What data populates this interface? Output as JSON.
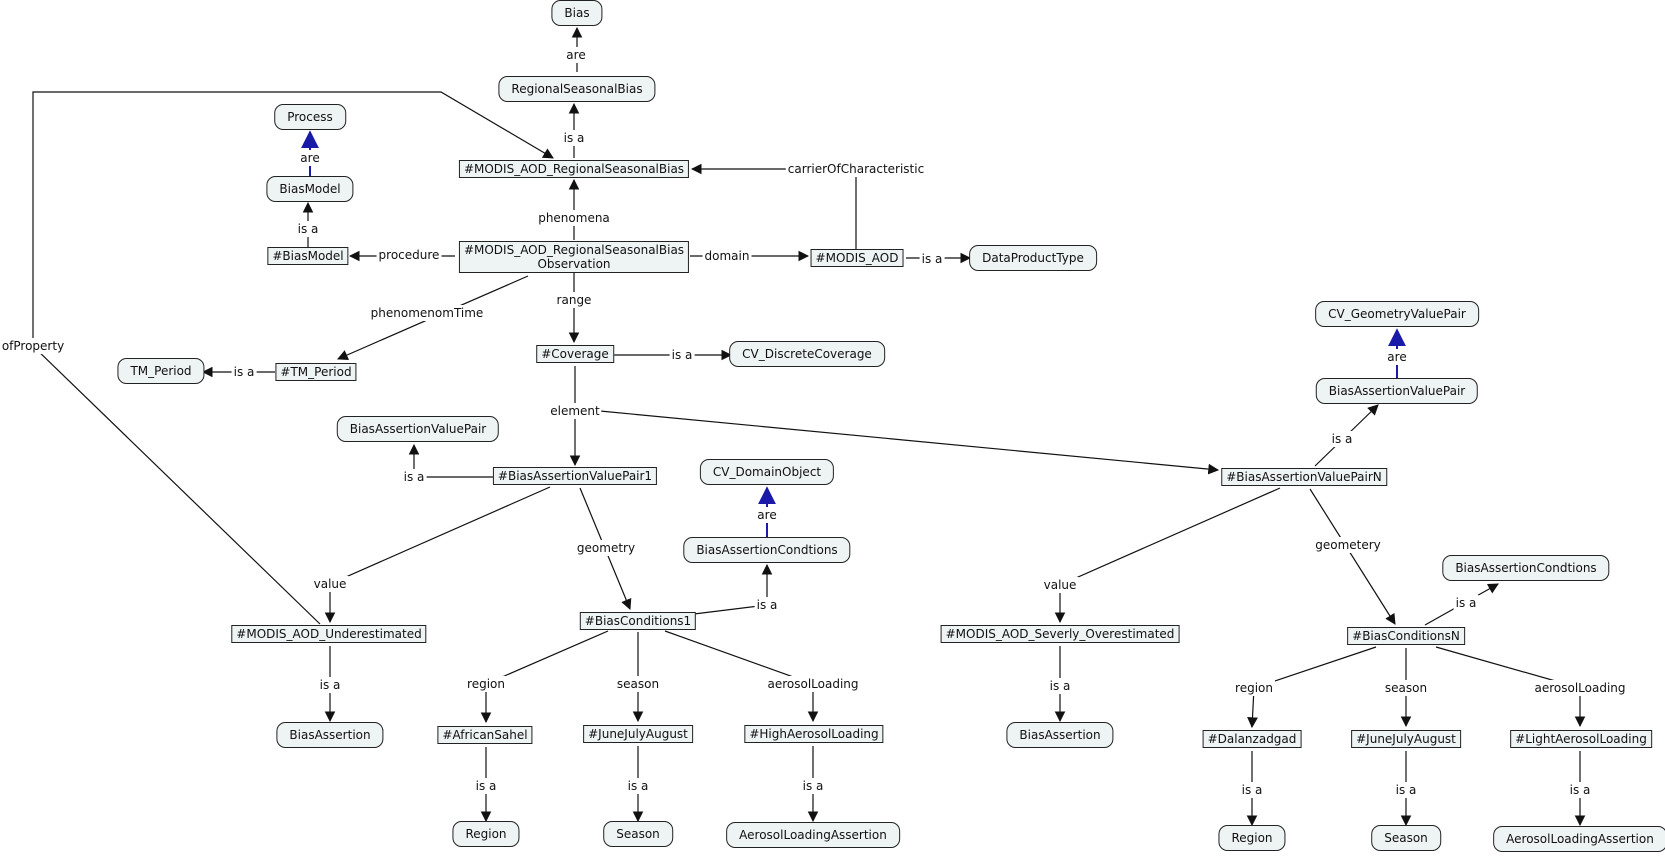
{
  "nodes": {
    "bias": "Bias",
    "regional_seasonal_bias": "RegionalSeasonalBias",
    "process": "Process",
    "bias_model_class": "BiasModel",
    "modis_regional_seasonal_bias": "#MODIS_AOD_RegionalSeasonalBias",
    "bias_model_inst": "#BiasModel",
    "observation_line1": "#MODIS_AOD_RegionalSeasonalBias",
    "observation_line2": "Observation",
    "modis_aod": "#MODIS_AOD",
    "data_product_type": "DataProductType",
    "tm_period_inst": "#TM_Period",
    "tm_period_class": "TM_Period",
    "coverage": "#Coverage",
    "cv_discrete_coverage": "CV_DiscreteCoverage",
    "cv_geometry_value_pair": "CV_GeometryValuePair",
    "bias_assertion_value_pair_right": "BiasAssertionValuePair",
    "bias_assertion_value_pair_left": "BiasAssertionValuePair",
    "bias_assertion_value_pair_1": "#BiasAssertionValuePair1",
    "bias_assertion_value_pair_n": "#BiasAssertionValuePairN",
    "cv_domain_object": "CV_DomainObject",
    "bias_assertion_conditions_mid": "BiasAssertionCondtions",
    "bias_assertion_conditions_right": "BiasAssertionCondtions",
    "modis_underestimated": "#MODIS_AOD_Underestimated",
    "bias_conditions_1": "#BiasConditions1",
    "modis_severly_overestimated": "#MODIS_AOD_Severly_Overestimated",
    "bias_conditions_n": "#BiasConditionsN",
    "bias_assertion_left": "BiasAssertion",
    "bias_assertion_right": "BiasAssertion",
    "african_sahel": "#AfricanSahel",
    "june_july_august_1": "#JuneJulyAugust",
    "high_aerosol_loading": "#HighAerosolLoading",
    "dalanzadgad": "#Dalanzadgad",
    "june_july_august_n": "#JuneJulyAugust",
    "light_aerosol_loading": "#LightAerosolLoading",
    "region_1": "Region",
    "season_1": "Season",
    "aerosol_loading_assertion_1": "AerosolLoadingAssertion",
    "region_n": "Region",
    "season_n": "Season",
    "aerosol_loading_assertion_n": "AerosolLoadingAssertion"
  },
  "links": {
    "are_bias": "are",
    "is_a_regional": "is a",
    "are_process": "are",
    "is_a_bias_model": "is a",
    "phenomena": "phenomena",
    "procedure": "procedure",
    "carrier_of_characteristic": "carrierOfCharacteristic",
    "domain": "domain",
    "is_a_modis_aod": "is a",
    "phenomenom_time": "phenomenomTime",
    "range": "range",
    "is_a_tm_period": "is a",
    "is_a_coverage": "is a",
    "of_property": "ofProperty",
    "element": "element",
    "are_geometry_value_pair": "are",
    "is_a_valuepair_n": "is a",
    "is_a_valuepair_1": "is a",
    "are_domain_object": "are",
    "value_1": "value",
    "geometry_1": "geometry",
    "is_a_conditions_1": "is a",
    "value_n": "value",
    "geometry_n": "geometery",
    "is_a_conditions_n": "is a",
    "is_a_underestimated": "is a",
    "region_1": "region",
    "season_1": "season",
    "aerosol_loading_1": "aerosolLoading",
    "is_a_overestimated": "is a",
    "region_n": "region",
    "season_n": "season",
    "aerosol_loading_n": "aerosolLoading",
    "is_a_african_sahel": "is a",
    "is_a_jja_1": "is a",
    "is_a_high_aerosol": "is a",
    "is_a_dalanzadgad": "is a",
    "is_a_jja_n": "is a",
    "is_a_light_aerosol": "is a"
  },
  "colors": {
    "node_fill": "#eef3f4",
    "line": "#111111",
    "subclass_line": "#1a1aa8"
  }
}
